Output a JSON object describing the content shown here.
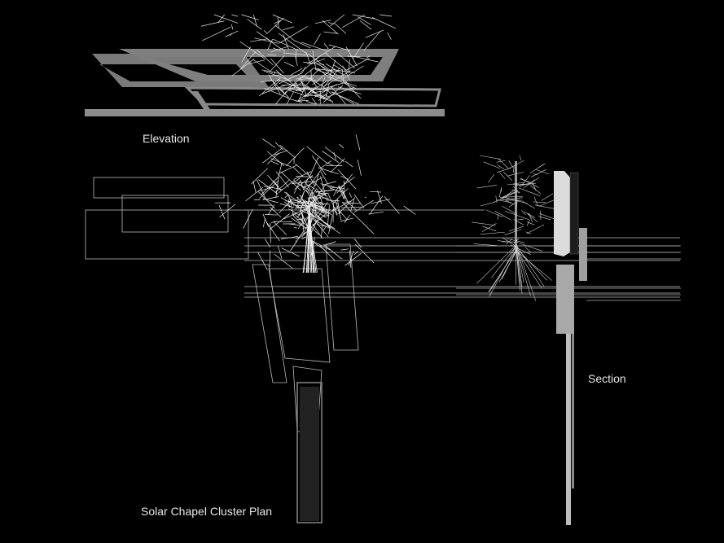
{
  "labels": {
    "elevation": "Elevation",
    "section": "Section",
    "plan": "Solar Chapel Cluster Plan"
  },
  "colors": {
    "background": "#000000",
    "wire": "#e8e8e8",
    "slab": "#8a8a8a",
    "panel": "#d8d8d8"
  }
}
